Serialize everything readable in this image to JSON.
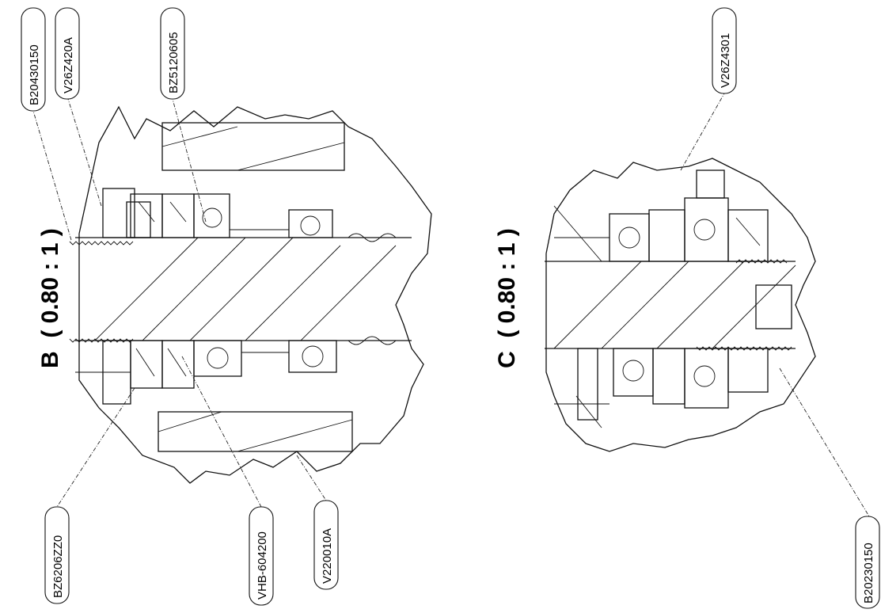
{
  "views": {
    "b": {
      "title": "B  ( 0.80 : 1 )",
      "callouts": [
        "B20430150",
        "V26Z420A",
        "BZ5120605",
        "BZ6206ZZ0",
        "VHB-604200",
        "V220010A"
      ]
    },
    "c": {
      "title": "C  ( 0.80 : 1 )",
      "callouts": [
        "V26Z4301",
        "B20230150"
      ]
    }
  }
}
